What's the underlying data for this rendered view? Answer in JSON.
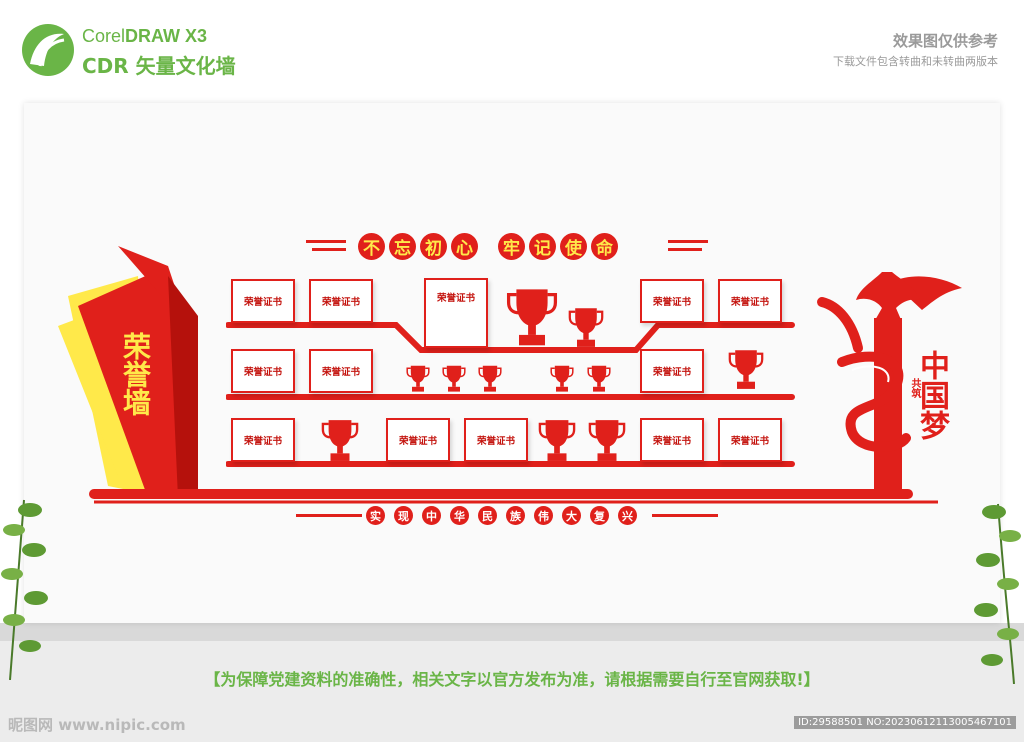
{
  "brand": {
    "line1_light": "Corel",
    "line1_bold": "DRAW X3",
    "line2": "CDR 矢量文化墙"
  },
  "top_right": {
    "title": "效果图仅供参考",
    "subtitle": "下载文件包含转曲和未转曲两版本"
  },
  "wall": {
    "left_banner": "荣誉墙",
    "top_slogan": [
      "不",
      "忘",
      "初",
      "心",
      "牢",
      "记",
      "使",
      "命"
    ],
    "bottom_slogan": [
      "实",
      "现",
      "中",
      "华",
      "民",
      "族",
      "伟",
      "大",
      "复",
      "兴"
    ],
    "china_dream": {
      "big": "中国梦",
      "small": "共筑"
    },
    "certificate_label": "荣誉证书",
    "colors": {
      "red": "#e0201b",
      "yellow": "#ffe94a",
      "green": "#6ab547"
    }
  },
  "notice": "【为保障党建资料的准确性，相关文字以官方发布为准，请根据需要自行至官网获取!】",
  "watermark": {
    "left": "昵图网 www.nipic.com",
    "right": "ID:29588501 NO:20230612113005467101"
  }
}
